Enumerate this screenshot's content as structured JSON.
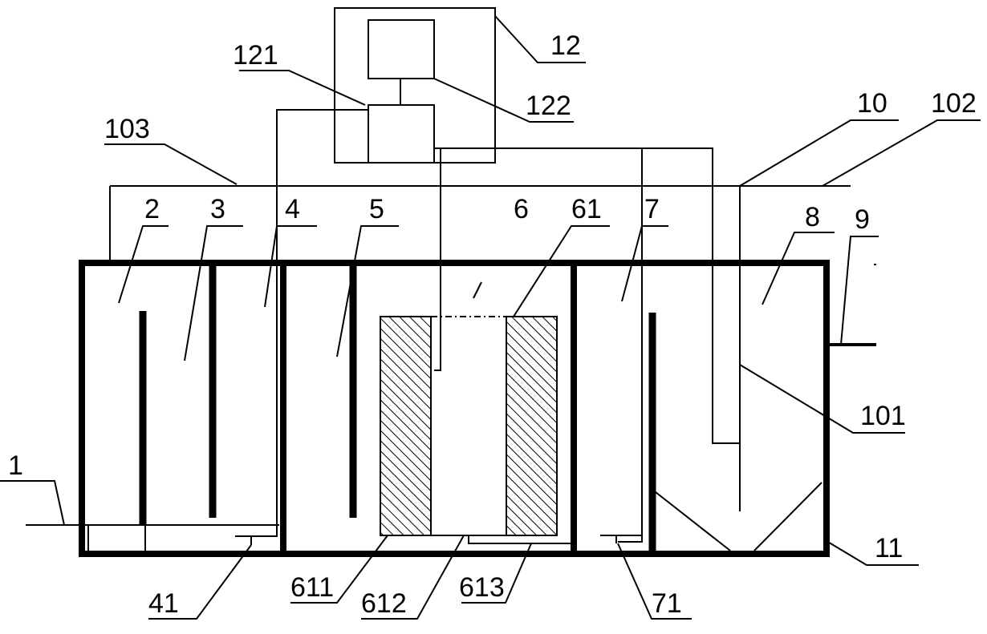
{
  "labels": {
    "l1": "1",
    "l2": "2",
    "l3": "3",
    "l4": "4",
    "l5": "5",
    "l6": "6",
    "l7": "7",
    "l8": "8",
    "l9": "9",
    "l10": "10",
    "l11": "11",
    "l12": "12",
    "l41": "41",
    "l61": "61",
    "l71": "71",
    "l101": "101",
    "l102": "102",
    "l103": "103",
    "l121": "121",
    "l122": "122",
    "l611": "611",
    "l612": "612",
    "l613": "613"
  },
  "colors": {
    "line": "#000000",
    "background": "#ffffff"
  }
}
